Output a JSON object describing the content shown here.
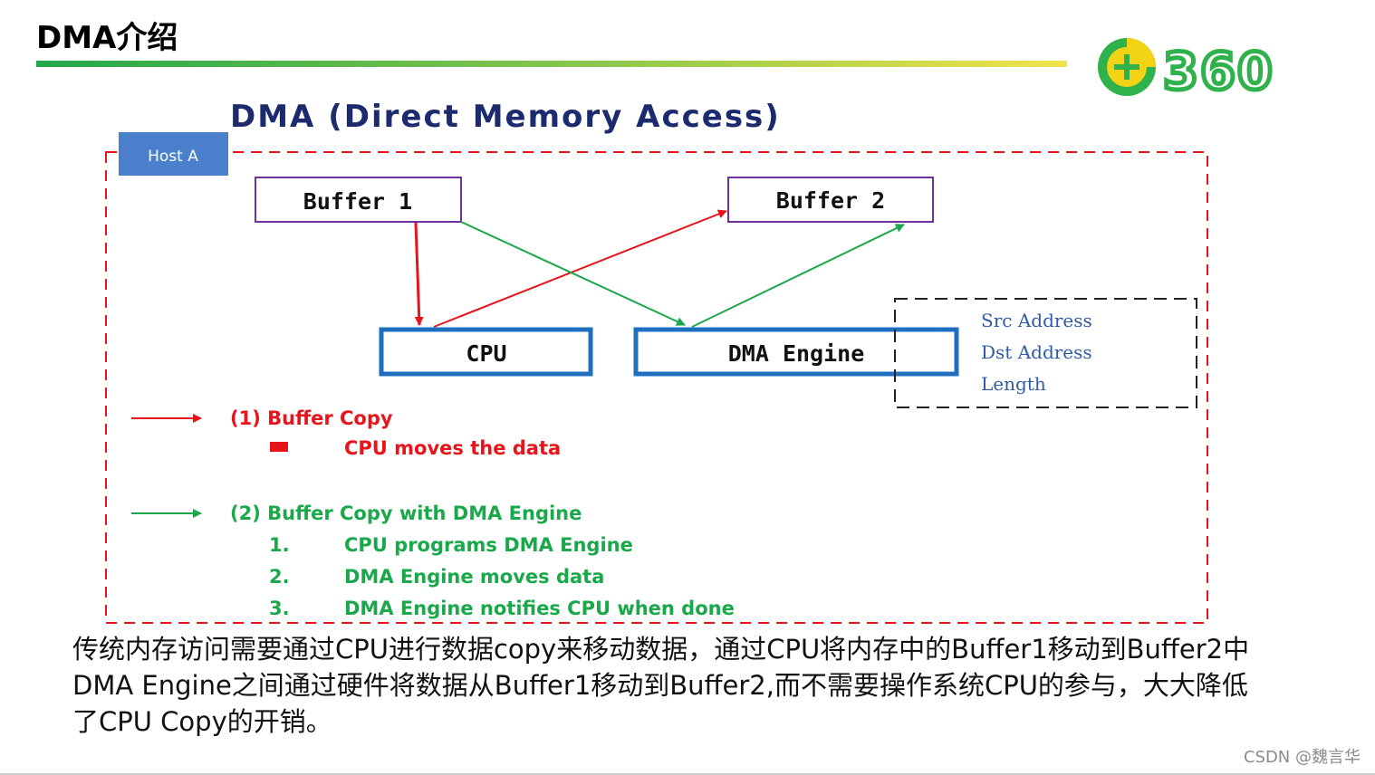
{
  "slide": {
    "title": "DMA介绍"
  },
  "logo": {
    "text": "360"
  },
  "diagram": {
    "heading": "DMA (Direct Memory Access)",
    "host_label": "Host A",
    "nodes": {
      "buffer1": "Buffer 1",
      "buffer2": "Buffer 2",
      "cpu": "CPU",
      "dma_engine": "DMA Engine"
    },
    "registers": [
      "Src Address",
      "Dst Address",
      "Length"
    ],
    "legend": {
      "copy_title": "(1) Buffer Copy",
      "copy_item": "CPU moves the data",
      "dma_title": "(2) Buffer Copy with DMA Engine",
      "dma_steps": [
        {
          "num": "1.",
          "text": "CPU programs DMA Engine"
        },
        {
          "num": "2.",
          "text": "DMA Engine moves data"
        },
        {
          "num": "3.",
          "text": "DMA Engine notifies CPU when done"
        }
      ]
    },
    "colors": {
      "red": "#e8141b",
      "green": "#1aa84b",
      "blue": "#1f6fc0",
      "purple": "#7030a0",
      "navy": "#1c2a6e",
      "reg_blue": "#2e5ba8"
    }
  },
  "description": {
    "line1": "传统内存访问需要通过CPU进行数据copy来移动数据，通过CPU将内存中的Buffer1移动到Buffer2中",
    "line2": "DMA Engine之间通过硬件将数据从Buffer1移动到Buffer2,而不需要操作系统CPU的参与，大大降低了CPU Copy的开销。"
  },
  "watermark": "CSDN @魏言华"
}
